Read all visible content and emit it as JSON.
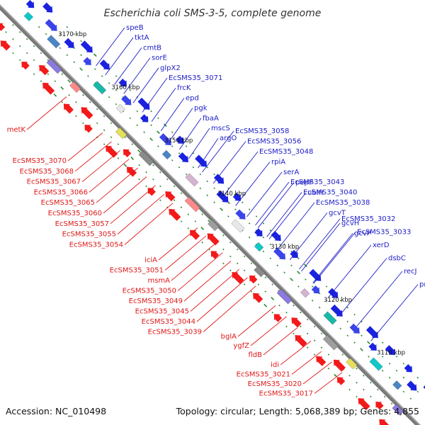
{
  "title": "Escherichia coli SMS-3-5, complete genome",
  "footer": {
    "accession": "Accession: NC_010498",
    "summary": "Topology: circular; Length: 5,068,389 bp; Genes: 4,855"
  },
  "colors": {
    "forward_label": "#1c1cc8",
    "reverse_label": "#e01818",
    "forward_gene": "#1a22e0",
    "reverse_gene": "#f21a1a",
    "backbone": "#7a7a7a",
    "tick": "#2e8b2e"
  },
  "kbp_markers": [
    "3170 kbp",
    "3160 kbp",
    "3150 kbp",
    "3140 kbp",
    "3130 kbp",
    "3120 kbp",
    "3110 kbp"
  ],
  "forward_genes": [
    "speB",
    "tktA",
    "cmtB",
    "sorE",
    "glpX2",
    "EcSMS35_3071",
    "frcK",
    "epd",
    "pgk",
    "fbaA",
    "mscS",
    "argO",
    "EcSMS35_3058",
    "EcSMS35_3056",
    "EcSMS35_3048",
    "rpiA",
    "serA",
    "pepP",
    "ubiH",
    "EcSMS35_3043",
    "EcSMS35_3040",
    "EcSMS35_3038",
    "gcvT",
    "gcvH",
    "gcvP",
    "EcSMS35_3032",
    "EcSMS35_3033",
    "xerD",
    "dsbC",
    "recJ",
    "prfB"
  ],
  "reverse_genes": [
    "metK",
    "EcSMS35_3070",
    "EcSMS35_3068",
    "EcSMS35_3067",
    "EcSMS35_3066",
    "EcSMS35_3065",
    "EcSMS35_3060",
    "EcSMS35_3057",
    "EcSMS35_3055",
    "EcSMS35_3054",
    "iciA",
    "EcSMS35_3051",
    "msmA",
    "EcSMS35_3050",
    "EcSMS35_3049",
    "EcSMS35_3045",
    "EcSMS35_3044",
    "EcSMS35_3039",
    "bglA",
    "ygfZ",
    "fldB",
    "idi",
    "EcSMS35_3021",
    "EcSMS35_3020",
    "EcSMS35_3017"
  ]
}
